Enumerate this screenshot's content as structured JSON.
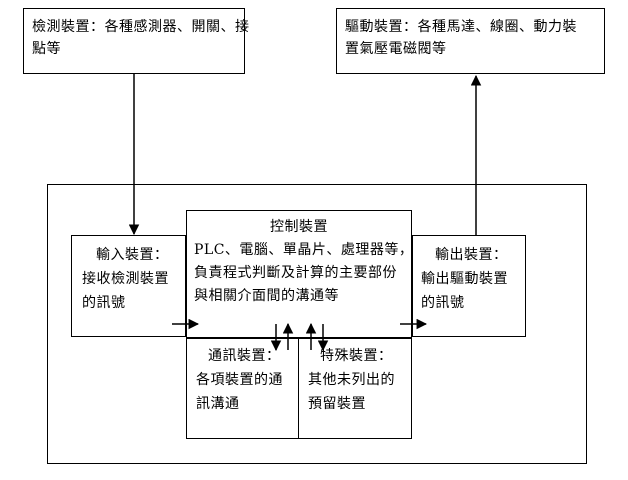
{
  "diagram": {
    "sensor": {
      "lines": [
        "檢測裝置：各種感測器、開關、接",
        "點等"
      ]
    },
    "driver": {
      "lines": [
        "驅動裝置：各種馬達、線圈、動力裝",
        "置氣壓電磁閥等"
      ]
    },
    "input": {
      "lines": [
        "輸入裝置：",
        "接收檢測裝置",
        "的訊號"
      ]
    },
    "control": {
      "title": "控制裝置",
      "lines": [
        "PLC、電腦、單晶片、處理器等，",
        "負責程式判斷及計算的主要部份",
        "與相關介面間的溝通等"
      ]
    },
    "output": {
      "lines": [
        "輸出裝置：",
        "輸出驅動裝置",
        "的訊號"
      ]
    },
    "comm": {
      "lines": [
        "通訊裝置：",
        "各項裝置的通",
        "訊溝通"
      ]
    },
    "special": {
      "lines": [
        "特殊裝置：",
        "其他未列出的",
        "預留裝置"
      ]
    }
  }
}
